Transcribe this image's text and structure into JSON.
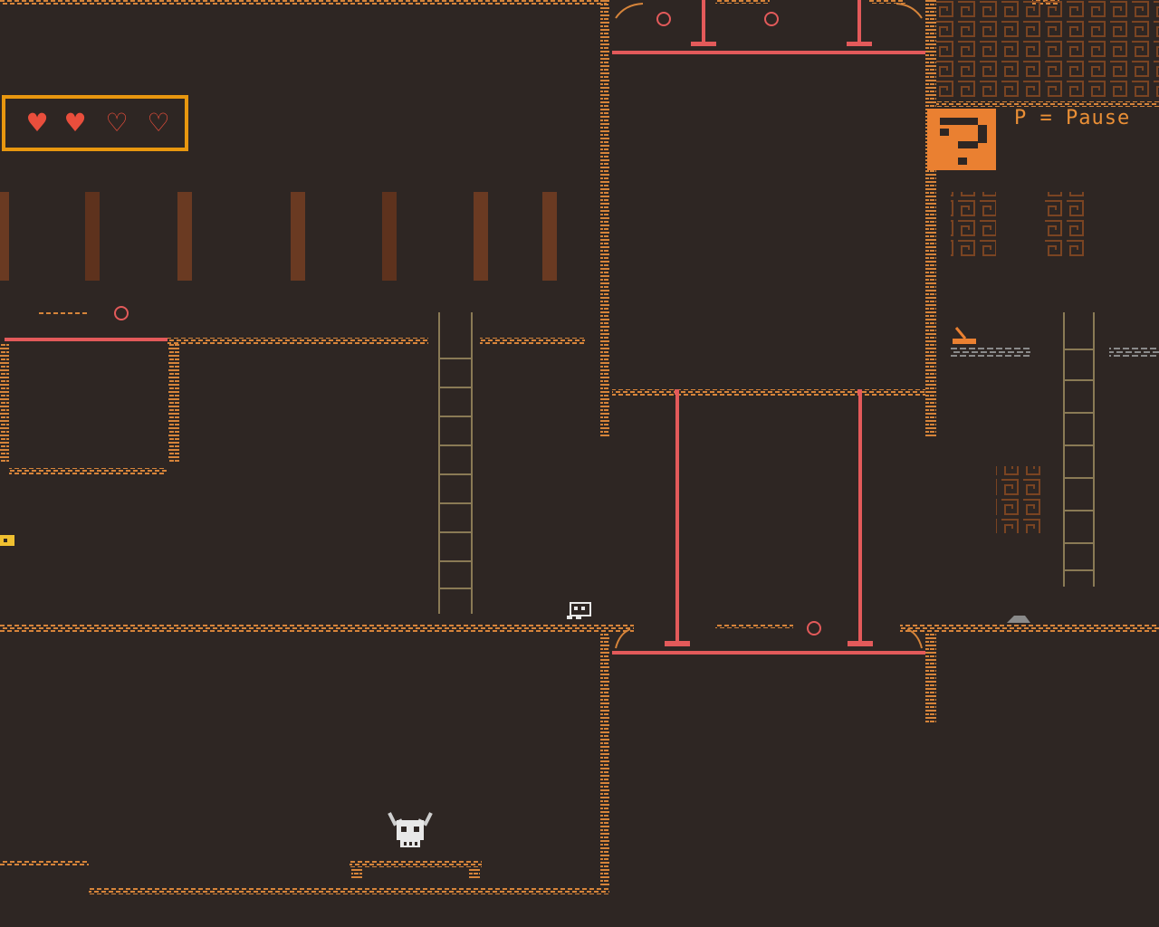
{
  "hud": {
    "hearts": [
      {
        "state": "full",
        "glyph": "♥"
      },
      {
        "state": "full",
        "glyph": "♥"
      },
      {
        "state": "empty",
        "glyph": "♡"
      },
      {
        "state": "empty",
        "glyph": "♡"
      }
    ],
    "health_current": 2,
    "health_max": 4
  },
  "controls_hint": "P = Pause",
  "help_icon": "question-mark-icon",
  "colors": {
    "background": "#2e2623",
    "wall": "#d6843a",
    "hazard": "#e35a5a",
    "hud_border": "#e8970f",
    "heart": "#e94e3c",
    "ladder": "#8a7a55",
    "pillar": "#6a3a22"
  },
  "entities": [
    {
      "name": "player",
      "icon": "robot-player-icon"
    },
    {
      "name": "horned-skull-enemy",
      "icon": "horned-skull-icon"
    },
    {
      "name": "floor-switch",
      "icon": "lever-icon"
    },
    {
      "name": "coin-pickup",
      "icon": "gold-coin-icon"
    }
  ]
}
